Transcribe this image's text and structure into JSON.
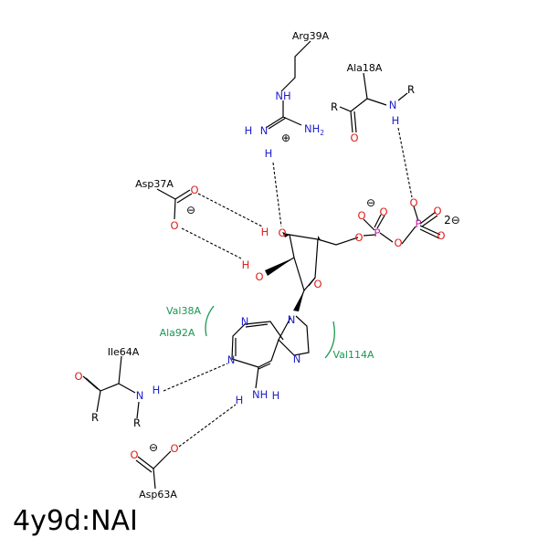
{
  "title": "4y9d:NAI",
  "colors": {
    "nitrogen": "#1f1fcf",
    "oxygen": "#e0201b",
    "phosphorus": "#c020a0",
    "hydrophobic": "#1a9850",
    "carbon": "#000000"
  },
  "residues": {
    "arg": "Arg39A",
    "ala18": "Ala18A",
    "asp37": "Asp37A",
    "val38": "Val38A",
    "ala92": "Ala92A",
    "ile64": "Ile64A",
    "val114": "Val114A",
    "asp63": "Asp63A"
  },
  "atoms": {
    "nh": "NH",
    "n": "N",
    "h": "H",
    "nh2_base": "NH",
    "nh2_sub": "2",
    "o": "O",
    "p": "P",
    "r": "R",
    "plus": "⊕",
    "minus": "⊖",
    "two_minus": "2⊖"
  }
}
